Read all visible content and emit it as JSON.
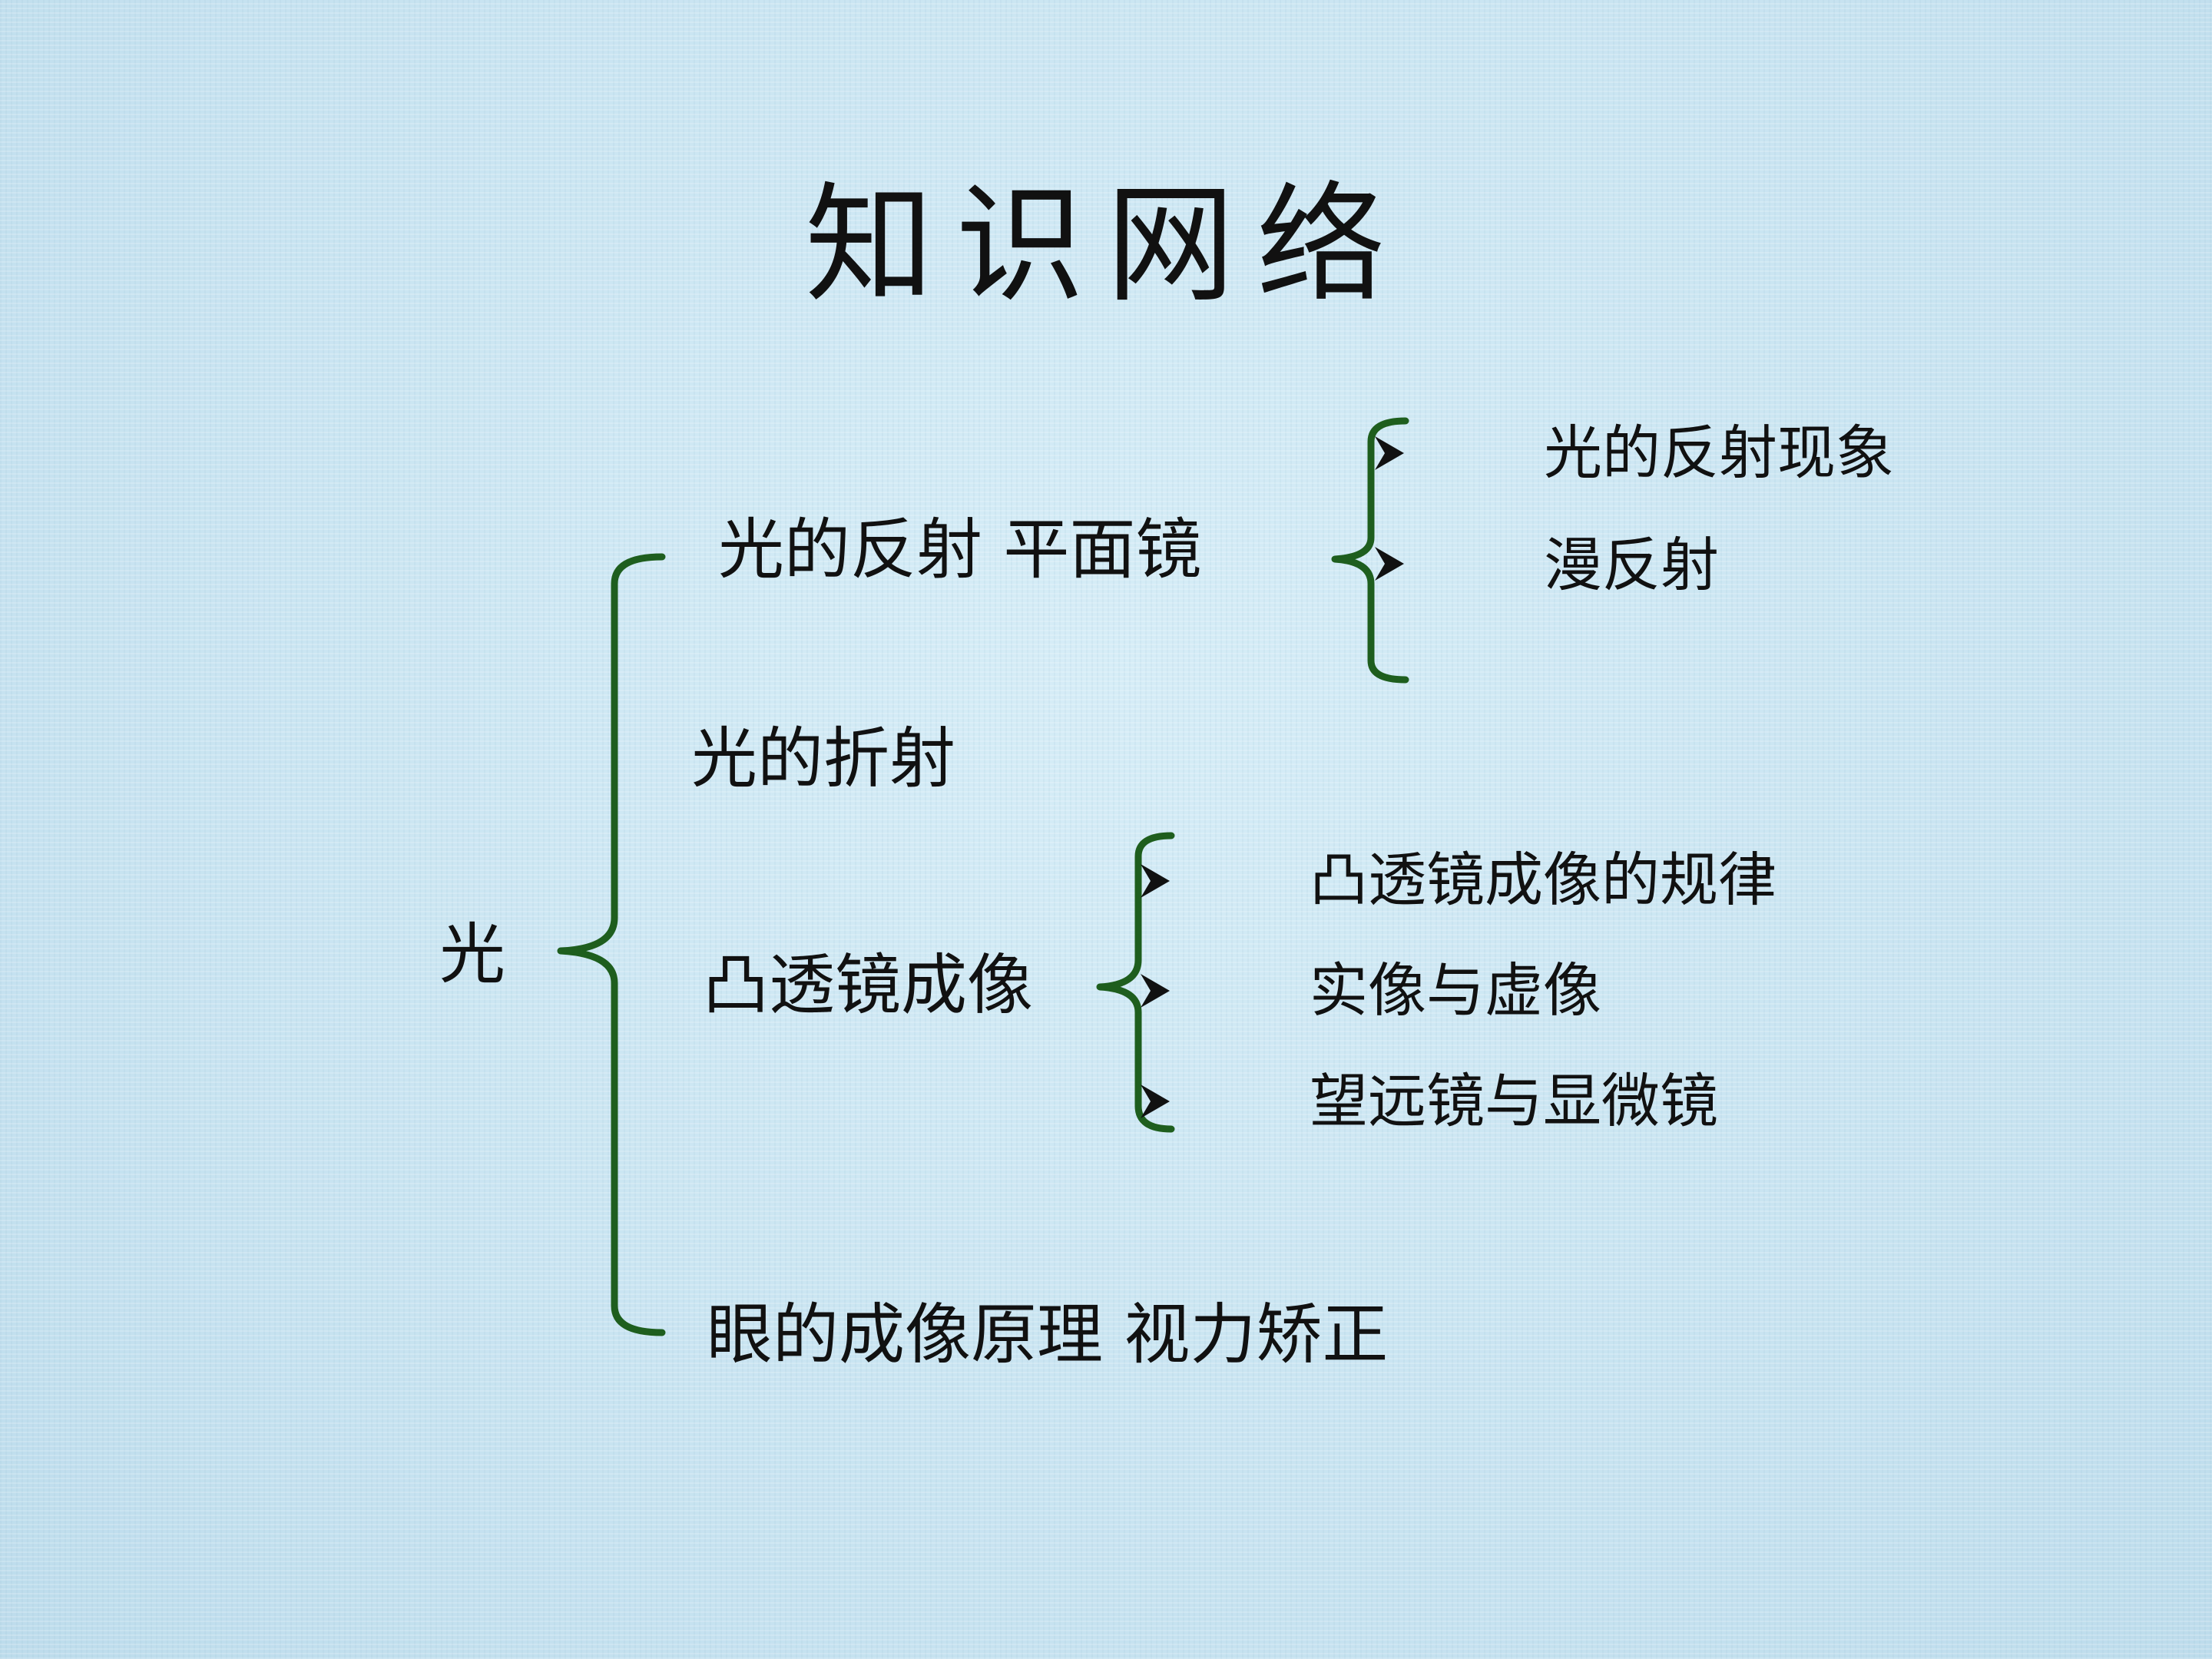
{
  "title": "知识网络",
  "root": "光",
  "branches": [
    {
      "label": "光的反射  平面镜",
      "children": [
        "光的反射现象",
        "漫反射"
      ]
    },
    {
      "label": "光的折射",
      "children": []
    },
    {
      "label": "凸透镜成像",
      "children": [
        "凸透镜成像的规律",
        "实像与虚像",
        "望远镜与显微镜"
      ]
    },
    {
      "label": "眼的成像原理  视力矫正",
      "children": []
    }
  ],
  "colors": {
    "bracket": "#1e5e1e",
    "text": "#111111",
    "background": "#cfe8f3"
  }
}
